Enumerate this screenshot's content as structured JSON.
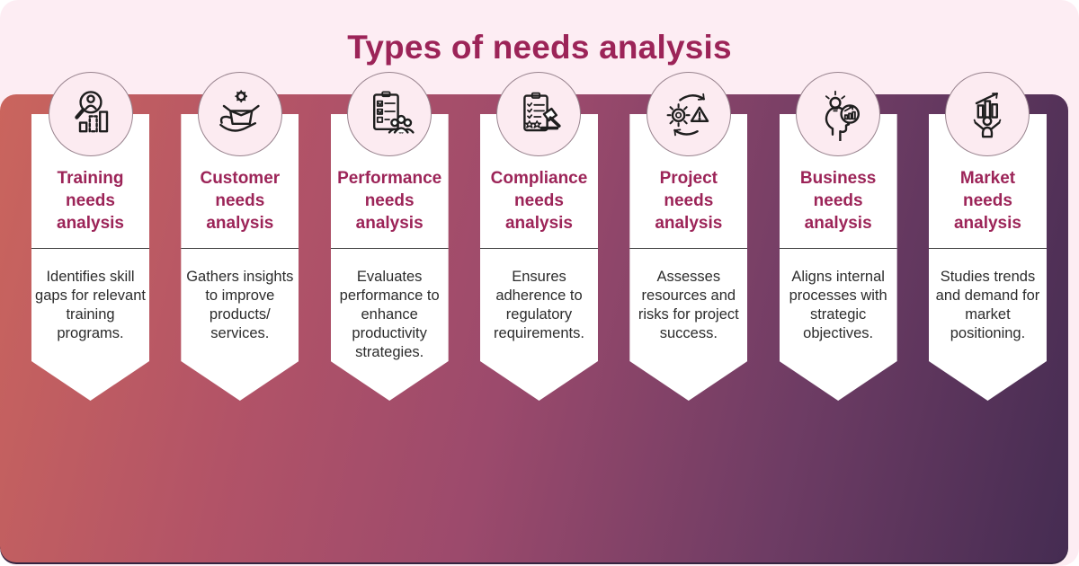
{
  "header": {
    "title": "Types of needs analysis"
  },
  "columns": [
    {
      "icon": "magnifier-person-chart-icon",
      "title": "Training\nneeds\nanalysis",
      "description": "Identifies skill gaps for relevant training programs."
    },
    {
      "icon": "hand-open-box-gear-icon",
      "title": "Customer\nneeds\nanalysis",
      "description": "Gathers insights to improve products/ services."
    },
    {
      "icon": "checklist-people-icon",
      "title": "Performance\nneeds\nanalysis",
      "description": "Evaluates performance to enhance productivity strategies."
    },
    {
      "icon": "clipboard-gavel-icon",
      "title": "Compliance\nneeds\nanalysis",
      "description": "Ensures adherence to regulatory requirements."
    },
    {
      "icon": "gear-warning-cycle-icon",
      "title": "Project\nneeds\nanalysis",
      "description": "Assesses resources and risks for project success."
    },
    {
      "icon": "head-bulb-chart-icon",
      "title": "Business\nneeds\nanalysis",
      "description": "Aligns internal processes with strategic objectives."
    },
    {
      "icon": "person-growth-chart-icon",
      "title": "Market\nneeds\nanalysis",
      "description": "Studies trends and demand for market positioning."
    }
  ],
  "colors": {
    "card_background": "#fdedf3",
    "title_text": "#9c2458",
    "column_title_text": "#9c2458",
    "description_text": "#2c2c2c",
    "banner_background": "#ffffff",
    "icon_circle_background": "#fcebf1",
    "gradient_stops": [
      "#ca655d",
      "#b25367",
      "#9c4a6c",
      "#6e3c64",
      "#452c52"
    ]
  }
}
